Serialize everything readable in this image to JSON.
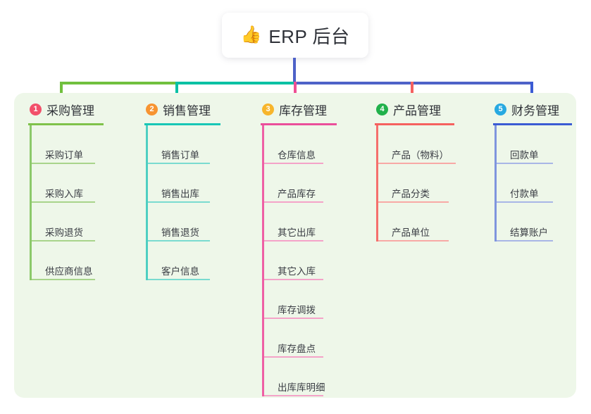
{
  "root": {
    "emoji": "👍",
    "emoji_name": "thumbs-up-icon",
    "title": "ERP 后台"
  },
  "theme": {
    "panel_bg": "#eef7e9",
    "page_bg": "#ffffff",
    "root_stem": "#4e62c8",
    "connector_green": "#71c03e",
    "connector_teal": "#07c1a4",
    "connector_blue": "#4e62c8"
  },
  "columns": [
    {
      "number": "1",
      "title": "采购管理",
      "badge_color": "#f2506a",
      "rule_color": "#7fc24a",
      "line_color": "#8cc96a",
      "item_rule_color": "#a8d48b",
      "items": [
        {
          "label": "采购订单"
        },
        {
          "label": "采购入库"
        },
        {
          "label": "采购退货"
        },
        {
          "label": "供应商信息"
        }
      ]
    },
    {
      "number": "2",
      "title": "销售管理",
      "badge_color": "#f79431",
      "rule_color": "#18c7b6",
      "line_color": "#4ecfc2",
      "item_rule_color": "#7adbd0",
      "items": [
        {
          "label": "销售订单"
        },
        {
          "label": "销售出库"
        },
        {
          "label": "销售退货"
        },
        {
          "label": "客户信息"
        }
      ]
    },
    {
      "number": "3",
      "title": "库存管理",
      "badge_color": "#f7b52c",
      "rule_color": "#ea4f9a",
      "line_color": "#ee5fa4",
      "item_rule_color": "#f4a3c8",
      "items": [
        {
          "label": "仓库信息"
        },
        {
          "label": "产品库存"
        },
        {
          "label": "其它出库"
        },
        {
          "label": "其它入库"
        },
        {
          "label": "库存调拨"
        },
        {
          "label": "库存盘点"
        },
        {
          "label": "出库库明细"
        }
      ]
    },
    {
      "number": "4",
      "title": "产品管理",
      "badge_color": "#21b14b",
      "rule_color": "#f5615f",
      "line_color": "#f5706d",
      "item_rule_color": "#f8a9a5",
      "items": [
        {
          "label": "产品（物料）",
          "wide": true
        },
        {
          "label": "产品分类"
        },
        {
          "label": "产品单位"
        }
      ]
    },
    {
      "number": "5",
      "title": "财务管理",
      "badge_color": "#27a9e1",
      "rule_color": "#3b5bd4",
      "line_color": "#7f95de",
      "item_rule_color": "#a8b6e6",
      "items": [
        {
          "label": "回款单"
        },
        {
          "label": "付款单"
        },
        {
          "label": "结算账户"
        }
      ]
    }
  ]
}
